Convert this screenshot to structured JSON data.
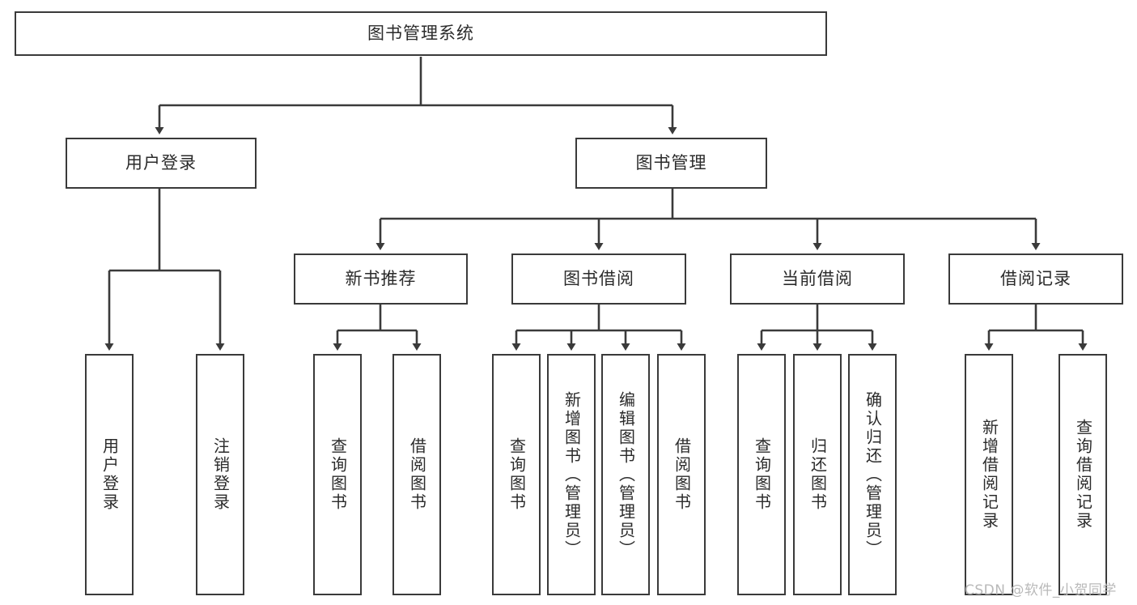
{
  "diagram": {
    "title": "图书管理系统",
    "type": "tree-hierarchy",
    "orientation": "top-down",
    "colors": {
      "box_border": "#3a3a3a",
      "box_fill": "#ffffff",
      "edge": "#3a3a3a",
      "text": "#2b2b2b",
      "watermark": "#b9b9b9",
      "background": "#ffffff"
    },
    "root": {
      "label": "图书管理系统"
    },
    "level2": [
      {
        "label": "用户登录"
      },
      {
        "label": "图书管理"
      }
    ],
    "level3": [
      {
        "label": "新书推荐"
      },
      {
        "label": "图书借阅"
      },
      {
        "label": "当前借阅"
      },
      {
        "label": "借阅记录"
      }
    ],
    "leaves": {
      "user_login": [
        {
          "label": "用户登录"
        },
        {
          "label": "注销登录"
        }
      ],
      "new_book_recommend": [
        {
          "label": "查询图书"
        },
        {
          "label": "借阅图书"
        }
      ],
      "book_borrow": [
        {
          "label": "查询图书"
        },
        {
          "label": "新增图书（管理员）"
        },
        {
          "label": "编辑图书（管理员）"
        },
        {
          "label": "借阅图书"
        }
      ],
      "current_borrow": [
        {
          "label": "查询图书"
        },
        {
          "label": "归还图书"
        },
        {
          "label": "确认归还（管理员）"
        }
      ],
      "borrow_record": [
        {
          "label": "新增借阅记录"
        },
        {
          "label": "查询借阅记录"
        }
      ]
    },
    "watermark": "CSDN @软件_小贺同学"
  }
}
